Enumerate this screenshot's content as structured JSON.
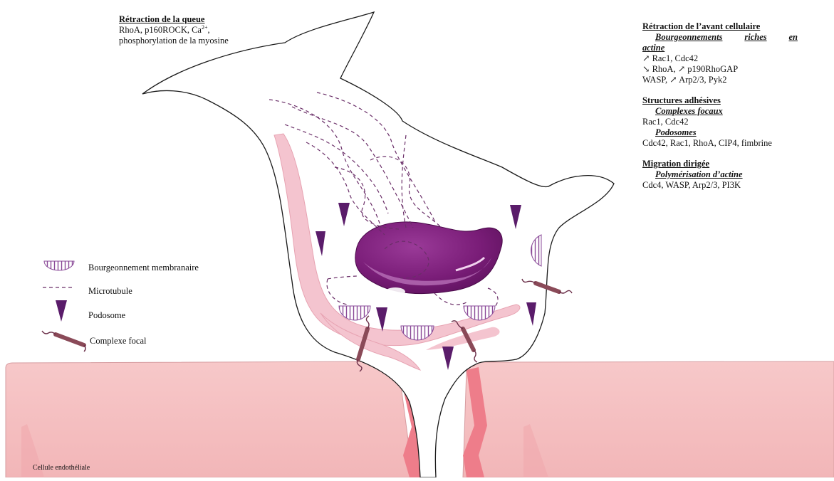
{
  "tail_retraction": {
    "title": "Rétraction de la queue",
    "line1": "RhoA, p160ROCK, Ca",
    "line1_sup": "2+",
    "line1_end": ",",
    "line2": "phosphorylation de la myosine"
  },
  "front_retraction": {
    "title": "Rétraction de l’avant cellulaire",
    "subtitle_words": [
      "Bourgeonnements",
      "riches",
      "en"
    ],
    "subtitle_line2": "actine",
    "lines": [
      "↗ Rac1, Cdc42",
      "↘ RhoA, ↗ p190RhoGAP",
      "WASP, ↗ Arp2/3, Pyk2"
    ]
  },
  "adhesive_structures": {
    "title": "Structures adhésives",
    "focal_complexes_title": "Complexes focaux",
    "focal_complexes_text": "Rac1, Cdc42",
    "podosomes_title": "Podosomes",
    "podosomes_text": "Cdc42, Rac1, RhoA, CIP4, fimbrine"
  },
  "directed_migration": {
    "title": "Migration dirigée",
    "subtitle": "Polymérisation d’actine",
    "text": "Cdc4, WASP, Arp2/3, PI3K"
  },
  "legend": {
    "bleb": "Bourgeonnement membranaire",
    "microtubule": "Microtubule",
    "podosome": "Podosome",
    "focal_complex": "Complexe focal"
  },
  "endothelial_label": "Cellule endothéliale",
  "colors": {
    "endothelium": "#f5c0c2",
    "junction": "#ee7d8a",
    "actin": "#f4c4cf",
    "nucleus": "#7a1d78",
    "podosome": "#5a1c6a",
    "microtubule": "#6a2e68",
    "focal_bar": "#8a4a58"
  }
}
